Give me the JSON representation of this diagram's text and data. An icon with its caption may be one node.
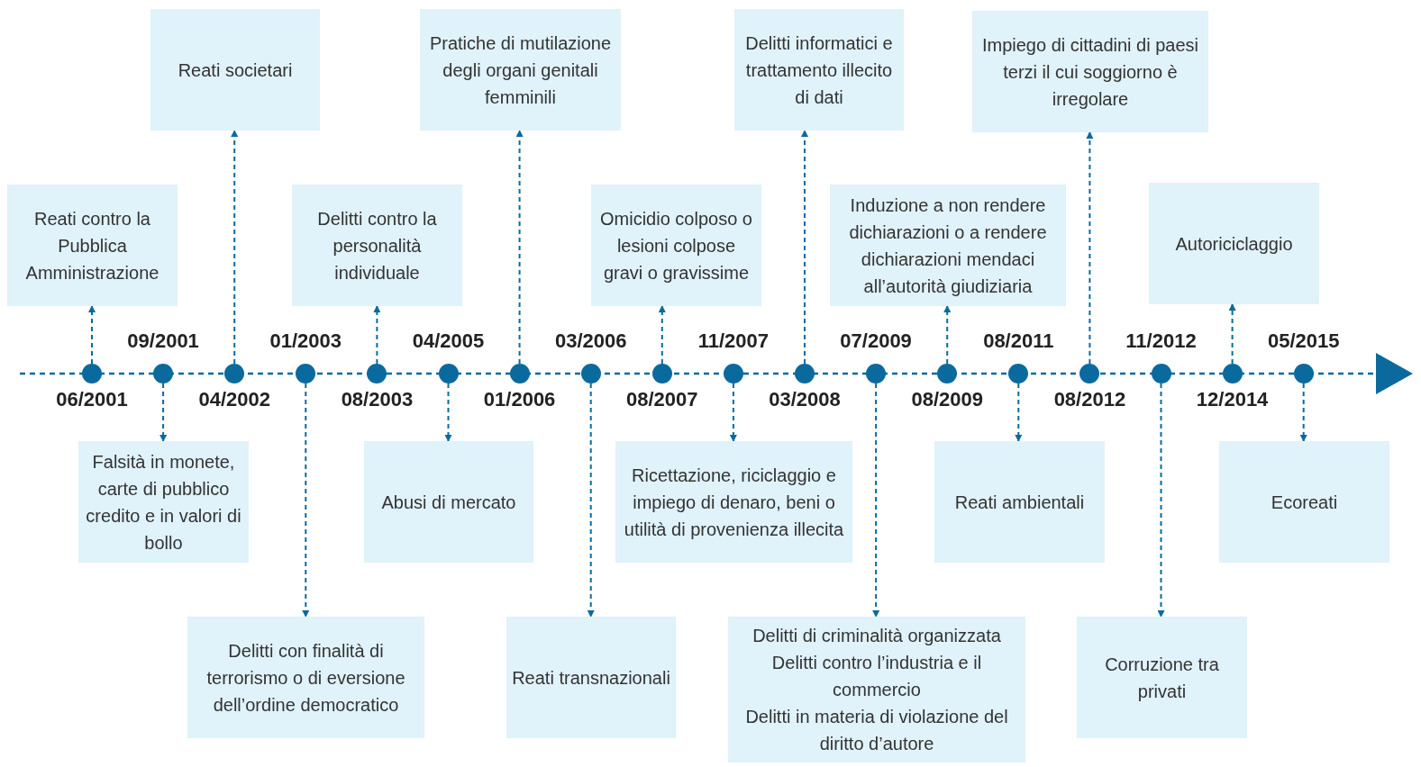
{
  "diagram": {
    "nodes": [
      {
        "text": [],
        "shape": "circle",
        "beside": [
          "06/2001"
        ]
      },
      {
        "text": [],
        "shape": "circle",
        "beside": [
          "09/2001"
        ]
      },
      {
        "text": [],
        "shape": "circle",
        "beside": [
          "04/2002"
        ]
      },
      {
        "text": [],
        "shape": "circle",
        "beside": [
          "01/2003"
        ]
      },
      {
        "text": [],
        "shape": "circle",
        "beside": [
          "08/2003"
        ]
      },
      {
        "text": [],
        "shape": "circle",
        "beside": [
          "04/2005"
        ]
      },
      {
        "text": [],
        "shape": "circle",
        "beside": [
          "01/2006"
        ]
      },
      {
        "text": [],
        "shape": "circle",
        "beside": [
          "03/2006"
        ]
      },
      {
        "text": [],
        "shape": "circle",
        "beside": [
          "08/2007"
        ]
      },
      {
        "text": [],
        "shape": "circle",
        "beside": [
          "11/2007"
        ]
      },
      {
        "text": [],
        "shape": "circle",
        "beside": [
          "03/2008"
        ]
      },
      {
        "text": [],
        "shape": "circle",
        "beside": [
          "07/2009"
        ]
      },
      {
        "text": [],
        "shape": "circle",
        "beside": [
          "08/2009"
        ]
      },
      {
        "text": [],
        "shape": "circle",
        "beside": [
          "08/2011"
        ]
      },
      {
        "text": [],
        "shape": "circle",
        "beside": [
          "08/2012"
        ]
      },
      {
        "text": [],
        "shape": "circle",
        "beside": [
          "11/2012"
        ]
      },
      {
        "text": [],
        "shape": "circle",
        "beside": [
          "12/2014"
        ]
      },
      {
        "text": [],
        "shape": "circle",
        "beside": [
          "05/2015"
        ]
      },
      {
        "text": [
          "Reati contro la Pubblica Amministrazione"
        ]
      },
      {
        "text": [
          "Falsità in monete, carte di pubblico credito e in valori di bollo"
        ]
      },
      {
        "text": [
          "Reati societari"
        ]
      },
      {
        "text": [
          "Delitti con finalità di terrorismo o di eversione dell’ordine democratico"
        ]
      },
      {
        "text": [
          "Delitti contro la personalità individuale"
        ]
      },
      {
        "text": [
          "Abusi di mercato"
        ]
      },
      {
        "text": [
          "Pratiche di mutilazione degli organi genitali femminili"
        ]
      },
      {
        "text": [
          "Reati transnazionali"
        ]
      },
      {
        "text": [
          "Omicidio colposo o lesioni colpose gravi o gravissime"
        ]
      },
      {
        "text": [
          "Ricettazione, riciclaggio e impiego di denaro, beni o utilità di provenienza illecita"
        ]
      },
      {
        "text": [
          "Delitti informatici e trattamento illecito di dati"
        ]
      },
      {
        "text": [
          "Delitti di criminalità organizzata",
          "Delitti contro l’industria e il commercio",
          "Delitti in materia di violazione del diritto d’autore"
        ]
      },
      {
        "text": [
          "Induzione a non rendere dichiarazioni o a rendere dichiarazioni mendaci all’autorità giudiziaria"
        ]
      },
      {
        "text": [
          "Reati ambientali"
        ]
      },
      {
        "text": [
          "Impiego di cittadini di paesi terzi il cui soggiorno è irregolare"
        ]
      },
      {
        "text": [
          "Corruzione tra privati"
        ]
      },
      {
        "text": [
          "Autoriciclaggio"
        ]
      },
      {
        "text": [
          "Ecoreati"
        ]
      }
    ],
    "edges": [
      {
        "from": 0,
        "to": 18,
        "arrow": "to",
        "style": "dashed"
      },
      {
        "from": 1,
        "to": 19,
        "arrow": "to",
        "style": "dashed"
      },
      {
        "from": 2,
        "to": 20,
        "arrow": "to",
        "style": "dashed"
      },
      {
        "from": 3,
        "to": 21,
        "arrow": "to",
        "style": "dashed"
      },
      {
        "from": 4,
        "to": 22,
        "arrow": "to",
        "style": "dashed"
      },
      {
        "from": 5,
        "to": 23,
        "arrow": "to",
        "style": "dashed"
      },
      {
        "from": 6,
        "to": 24,
        "arrow": "to",
        "style": "dashed"
      },
      {
        "from": 7,
        "to": 25,
        "arrow": "to",
        "style": "dashed"
      },
      {
        "from": 8,
        "to": 26,
        "arrow": "to",
        "style": "dashed"
      },
      {
        "from": 9,
        "to": 27,
        "arrow": "to",
        "style": "dashed"
      },
      {
        "from": 10,
        "to": 28,
        "arrow": "to",
        "style": "dashed"
      },
      {
        "from": 11,
        "to": 29,
        "arrow": "to",
        "style": "dashed"
      },
      {
        "from": 12,
        "to": 30,
        "arrow": "to",
        "style": "dashed"
      },
      {
        "from": 13,
        "to": 31,
        "arrow": "to",
        "style": "dashed"
      },
      {
        "from": 14,
        "to": 32,
        "arrow": "to",
        "style": "dashed"
      },
      {
        "from": 15,
        "to": 33,
        "arrow": "to",
        "style": "dashed"
      },
      {
        "from": 16,
        "to": 34,
        "arrow": "to",
        "style": "dashed"
      },
      {
        "from": 17,
        "to": 35,
        "arrow": "to",
        "style": "dashed"
      }
    ]
  }
}
